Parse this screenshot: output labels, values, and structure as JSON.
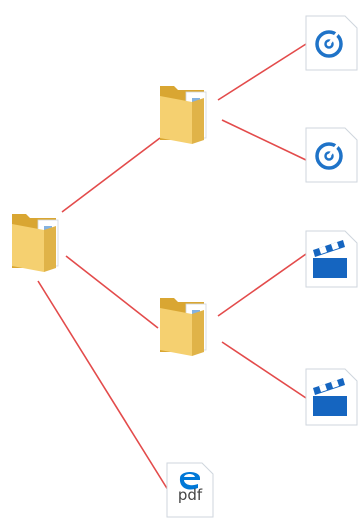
{
  "colors": {
    "link": "#e34b4b",
    "folder_back": "#d9a632",
    "folder_front": "#f5d070",
    "folder_tab": "#e0b348",
    "paper": "#ffffff",
    "paper_edge": "#cfd6dd",
    "accent_blue": "#1f73c8",
    "clapper_blue": "#1565c0",
    "edge_blue": "#0078d7"
  },
  "tree": {
    "root": {
      "type": "folder",
      "icon": "folder-icon"
    },
    "children": [
      {
        "type": "folder",
        "icon": "folder-icon",
        "children": [
          {
            "type": "file",
            "icon": "music-disc-file-icon"
          },
          {
            "type": "file",
            "icon": "music-disc-file-icon"
          }
        ]
      },
      {
        "type": "folder",
        "icon": "folder-icon",
        "children": [
          {
            "type": "file",
            "icon": "video-clapper-file-icon"
          },
          {
            "type": "file",
            "icon": "video-clapper-file-icon"
          }
        ]
      },
      {
        "type": "file",
        "icon": "pdf-edge-file-icon",
        "label": "pdf"
      }
    ]
  }
}
